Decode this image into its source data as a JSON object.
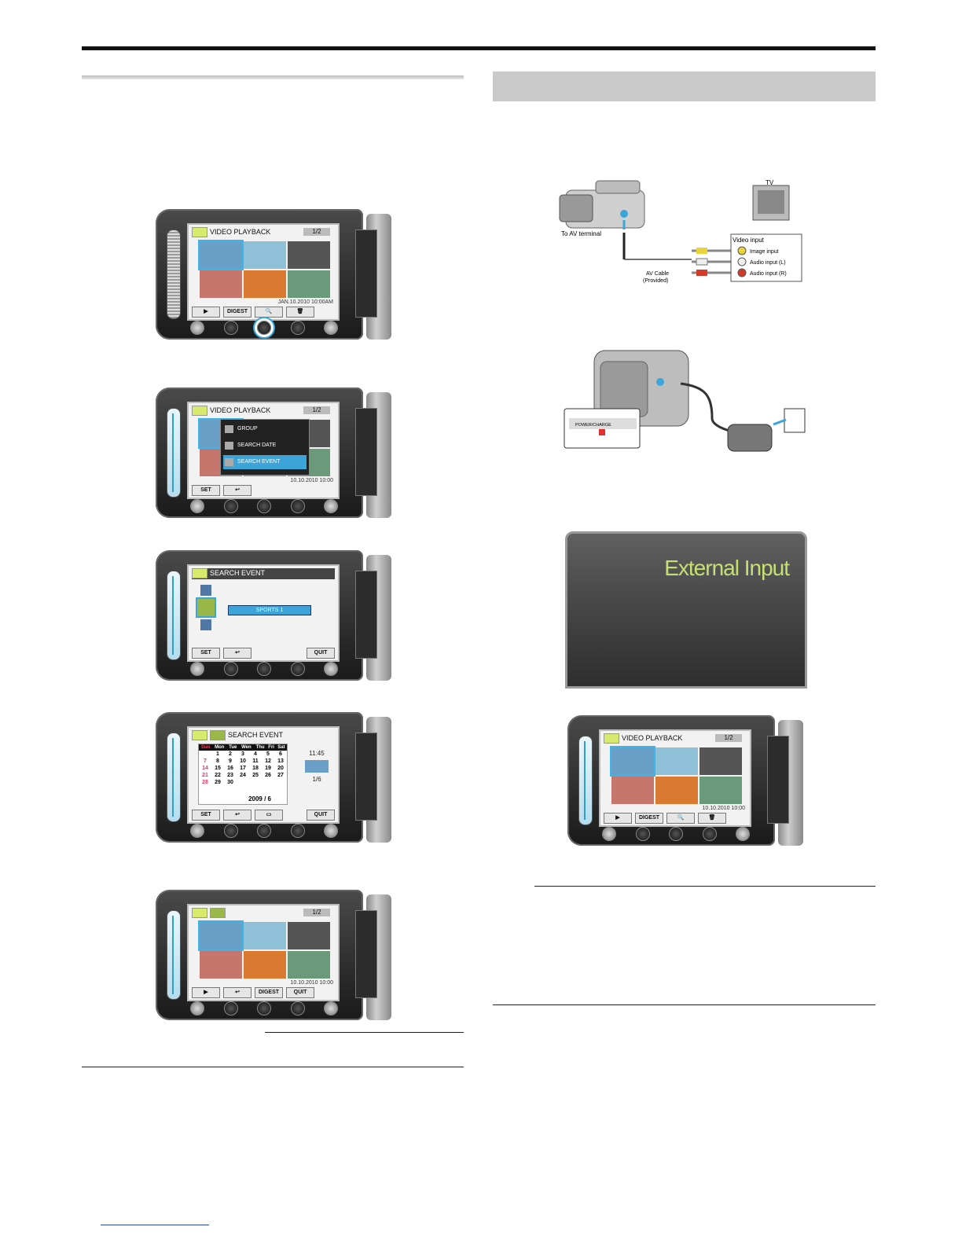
{
  "camera_ui": {
    "video_playback": "VIDEO PLAYBACK",
    "page": "1/2",
    "digest": "DIGEST",
    "date_1": "JAN.10.2010 10:00AM",
    "date_2": "10.10.2010 10:00",
    "menu": [
      "GROUP",
      "SEARCH DATE",
      "SEARCH EVENT"
    ],
    "set": "SET",
    "quit": "QUIT",
    "search_event": "SEARCH EVENT",
    "event_name": "SPORTS 1",
    "calendar_days": [
      "Sun",
      "Mon",
      "Tue",
      "Wen",
      "Thu",
      "Fri",
      "Sat"
    ],
    "calendar_rows": [
      [
        "",
        "1",
        "2",
        "3",
        "4",
        "5",
        "6"
      ],
      [
        "7",
        "8",
        "9",
        "10",
        "11",
        "12",
        "13"
      ],
      [
        "14",
        "15",
        "16",
        "17",
        "18",
        "19",
        "20"
      ],
      [
        "21",
        "22",
        "23",
        "24",
        "25",
        "26",
        "27"
      ],
      [
        "28",
        "29",
        "30",
        "",
        "",
        "",
        ""
      ]
    ],
    "calendar_month": "2009 / 6",
    "time": "11:45",
    "count": "1/6"
  },
  "connection_diagram": {
    "tv": "TV",
    "to_av_terminal": "To AV terminal",
    "video_input": "Video input",
    "image_input": "Image input",
    "audio_l": "Audio input (L)",
    "audio_r": "Audio input (R)",
    "av_cable": "AV Cable",
    "provided": "(Provided)"
  },
  "power_label": "POWER/CHARGE",
  "tv_screen_text": "External Input",
  "colors": {
    "accent": "#3ba5d9",
    "event_icon": "#d8ea6e"
  }
}
